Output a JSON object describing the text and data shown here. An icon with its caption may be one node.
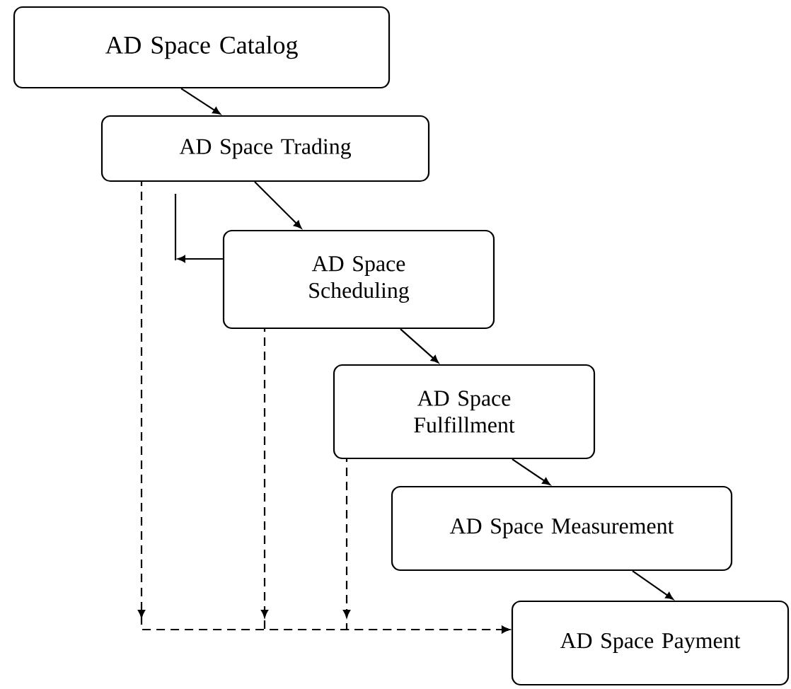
{
  "diagram": {
    "nodes": [
      {
        "text": [
          "AD Space Catalog"
        ]
      },
      {
        "text": [
          "AD Space Trading"
        ]
      },
      {
        "text": [
          "AD Space Scheduling"
        ]
      },
      {
        "text": [
          "AD Space Fulfillment"
        ]
      },
      {
        "text": [
          "AD Space Measurement"
        ]
      },
      {
        "text": [
          "AD Space Payment"
        ]
      }
    ],
    "edges": [
      {
        "from": 0,
        "to": 1,
        "arrow": "to"
      },
      {
        "from": 1,
        "to": 2,
        "arrow": "to"
      },
      {
        "from": 2,
        "to": 3,
        "arrow": "to"
      },
      {
        "from": 3,
        "to": 4,
        "arrow": "to"
      },
      {
        "from": 4,
        "to": 5,
        "arrow": "to"
      },
      {
        "from": 2,
        "to": null,
        "arrow": "to"
      },
      {
        "from": 1,
        "to": 5,
        "arrow": "to",
        "style": "dashed"
      },
      {
        "from": 2,
        "to": 5,
        "arrow": "to",
        "style": "dashed"
      },
      {
        "from": 3,
        "to": 5,
        "arrow": "to",
        "style": "dashed"
      }
    ]
  }
}
